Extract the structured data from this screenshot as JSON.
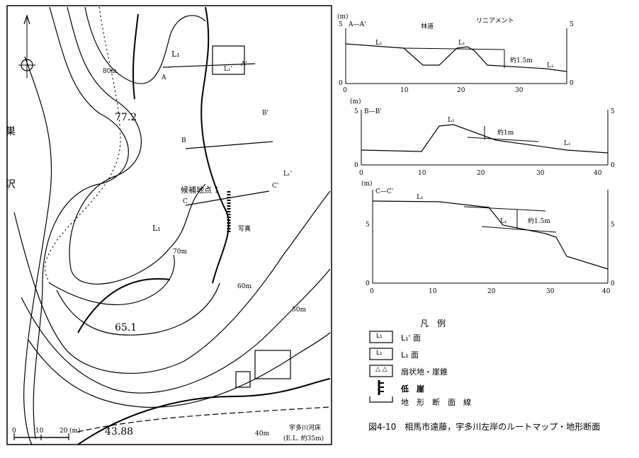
{
  "map": {
    "stream_name": "巣沢",
    "contour_labels": [
      "80m",
      "70m",
      "60m",
      "50m",
      "40m"
    ],
    "spot_heights": [
      "77.2",
      "65.1",
      "43.88"
    ],
    "candidate_site": "候補地点 1",
    "photo_label": "写真",
    "section_marks": [
      "A",
      "A'",
      "B",
      "B'",
      "C",
      "C'"
    ],
    "unit_labels": [
      "L₁",
      "L₁'"
    ],
    "river_bed": "宇多川河床",
    "river_bed_el": "(E.L. 約35m)",
    "scale_ticks": [
      "0",
      "10",
      "20",
      "(m)"
    ]
  },
  "sections": [
    {
      "id": "A—A'",
      "labels": [
        "リニアメント",
        "林道",
        "L₁",
        "L₁",
        "L₁",
        "約1.5m"
      ],
      "x_ticks": [
        "0",
        "10",
        "20",
        "30"
      ],
      "y_ticks_left": [
        "5",
        "0"
      ],
      "y_ticks_right": [
        "5",
        "0"
      ],
      "unit": "(m)"
    },
    {
      "id": "B—B'",
      "labels": [
        "L₁",
        "約1m",
        "L₁"
      ],
      "x_ticks": [
        "0",
        "10",
        "20",
        "30",
        "40"
      ],
      "y_ticks_left": [
        "5",
        "0"
      ],
      "y_ticks_right": [
        "5",
        "0"
      ],
      "unit": "(m)"
    },
    {
      "id": "C—C'",
      "labels": [
        "L₁",
        "L₁",
        "約1.5m"
      ],
      "x_ticks": [
        "0",
        "10",
        "20",
        "30",
        "40"
      ],
      "y_ticks_left": [
        "5",
        "0"
      ],
      "y_ticks_right": [
        "5",
        "0"
      ],
      "unit": "(m)"
    }
  ],
  "legend": {
    "title": "凡　例",
    "items": [
      {
        "symbol": "L₁",
        "text": "L₁' 面"
      },
      {
        "symbol": "L₁",
        "text": "L₁ 面"
      },
      {
        "symbol": "△ △",
        "text": "扇状地・崖錐"
      },
      {
        "symbol": "",
        "text": "低　崖"
      },
      {
        "symbol": "",
        "text": "地　形　断　面　線"
      }
    ]
  },
  "caption": "図4-10　相馬市遠藤，宇多川左岸のルートマップ・地形断面"
}
